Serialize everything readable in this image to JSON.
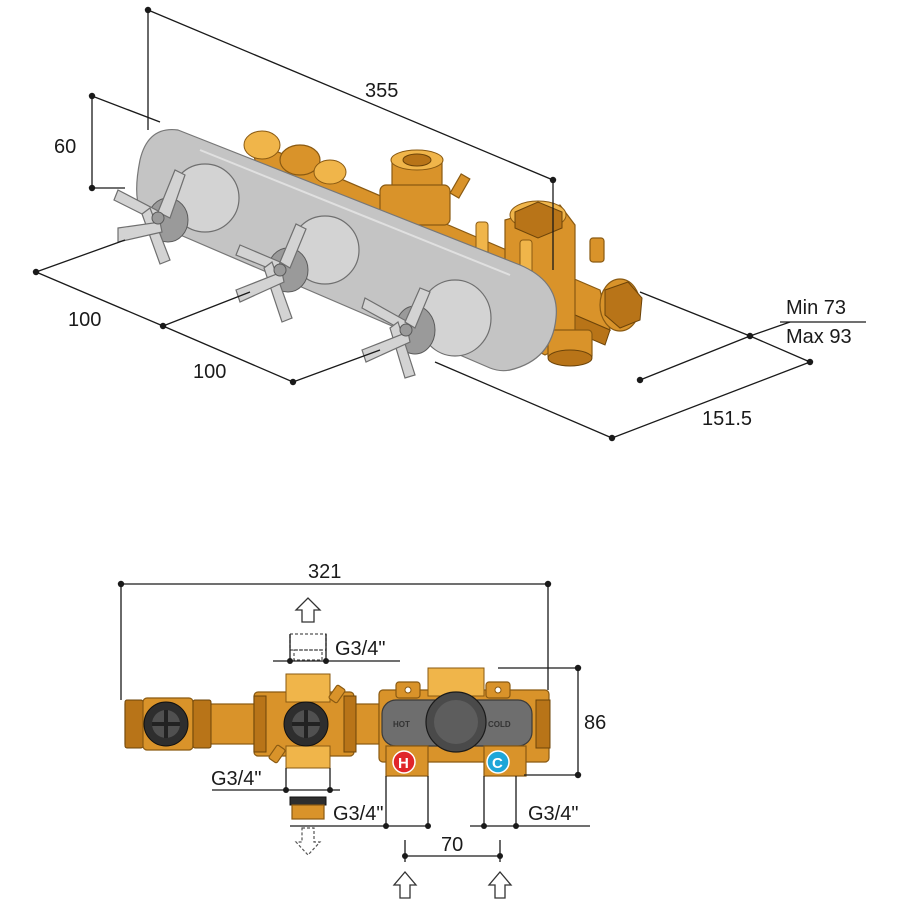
{
  "top_view": {
    "dim_length": "355",
    "dim_height": "60",
    "dim_spacing_1": "100",
    "dim_spacing_2": "100",
    "dim_min": "Min 73",
    "dim_max": "Max 93",
    "dim_depth": "151.5"
  },
  "bottom_view": {
    "dim_width": "321",
    "dim_height": "86",
    "dim_inlet_spacing": "70",
    "thread_top_outlet": "G3/4\"",
    "thread_left": "G3/4\"",
    "thread_bottom_outlet": "G3/4\"",
    "thread_right": "G3/4\"",
    "hot_label": "HOT",
    "cold_label": "COLD",
    "hot_badge": "H",
    "cold_badge": "C"
  },
  "colors": {
    "brass": "#d9932a",
    "chrome": "#d3d3d3",
    "hot_red": "#e0262a",
    "cold_blue": "#1ea6d8"
  }
}
